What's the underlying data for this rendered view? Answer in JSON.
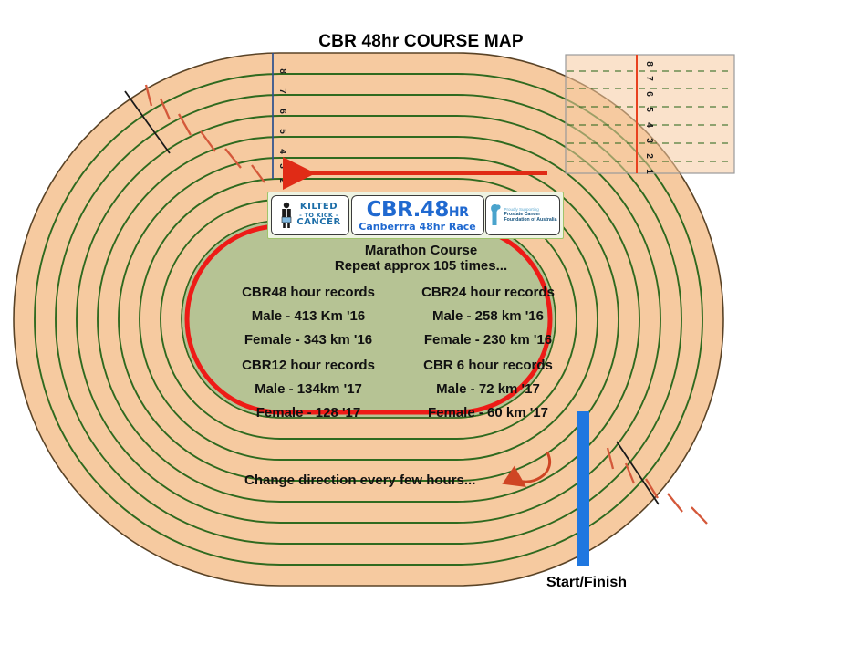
{
  "title": "CBR 48hr COURSE MAP",
  "logos": {
    "kilted": {
      "line1": "KILTED",
      "line2": "- TO KICK -",
      "line3": "CANCER",
      "icon": "kilted-runner-icon"
    },
    "cbr": {
      "main": "CBR.48",
      "main_suffix": "HR",
      "sub": "Canberrra 48hr Race"
    },
    "pcfa": {
      "line1": "Proudly Supporting",
      "line2": "Prostate Cancer",
      "line3": "Foundation of Australia",
      "icon": "pcfa-ribbon-icon"
    }
  },
  "course": {
    "line1": "Marathon Course",
    "line2": "Repeat approx 105 times..."
  },
  "records": [
    {
      "heading": "CBR48 hour records",
      "male": "Male - 413 Km '16",
      "female": "Female -  343 km '16"
    },
    {
      "heading": "CBR24 hour records",
      "male": "Male - 258 km '16",
      "female": "Female - 230 km '16"
    },
    {
      "heading": "CBR12 hour records",
      "male": "Male - 134km '17",
      "female": "Female - 128 '17"
    },
    {
      "heading": "CBR 6 hour records",
      "male": "Male - 72 km '17",
      "female": "Female - 60 km '17"
    }
  ],
  "annotations": {
    "change_direction": "Change direction every few hours...",
    "start_finish": "Start/Finish"
  },
  "lane_numbers_left": [
    "8",
    "7",
    "6",
    "5",
    "4",
    "3",
    "2"
  ],
  "lane_numbers_right": [
    "8",
    "7",
    "6",
    "5",
    "4",
    "3",
    "2",
    "1"
  ],
  "colors": {
    "track_surface": "#f6caa0",
    "lane_line": "#2f6a1f",
    "inner_lane_red": "#ee1b17",
    "infield": "#b6c394",
    "start_finish_bar": "#1f77e0",
    "stagger_mark": "#d4583a",
    "track_outline": "#4a3a22",
    "guide_blue": "#2b4f8e",
    "callout_border": "#9a9a9a"
  }
}
